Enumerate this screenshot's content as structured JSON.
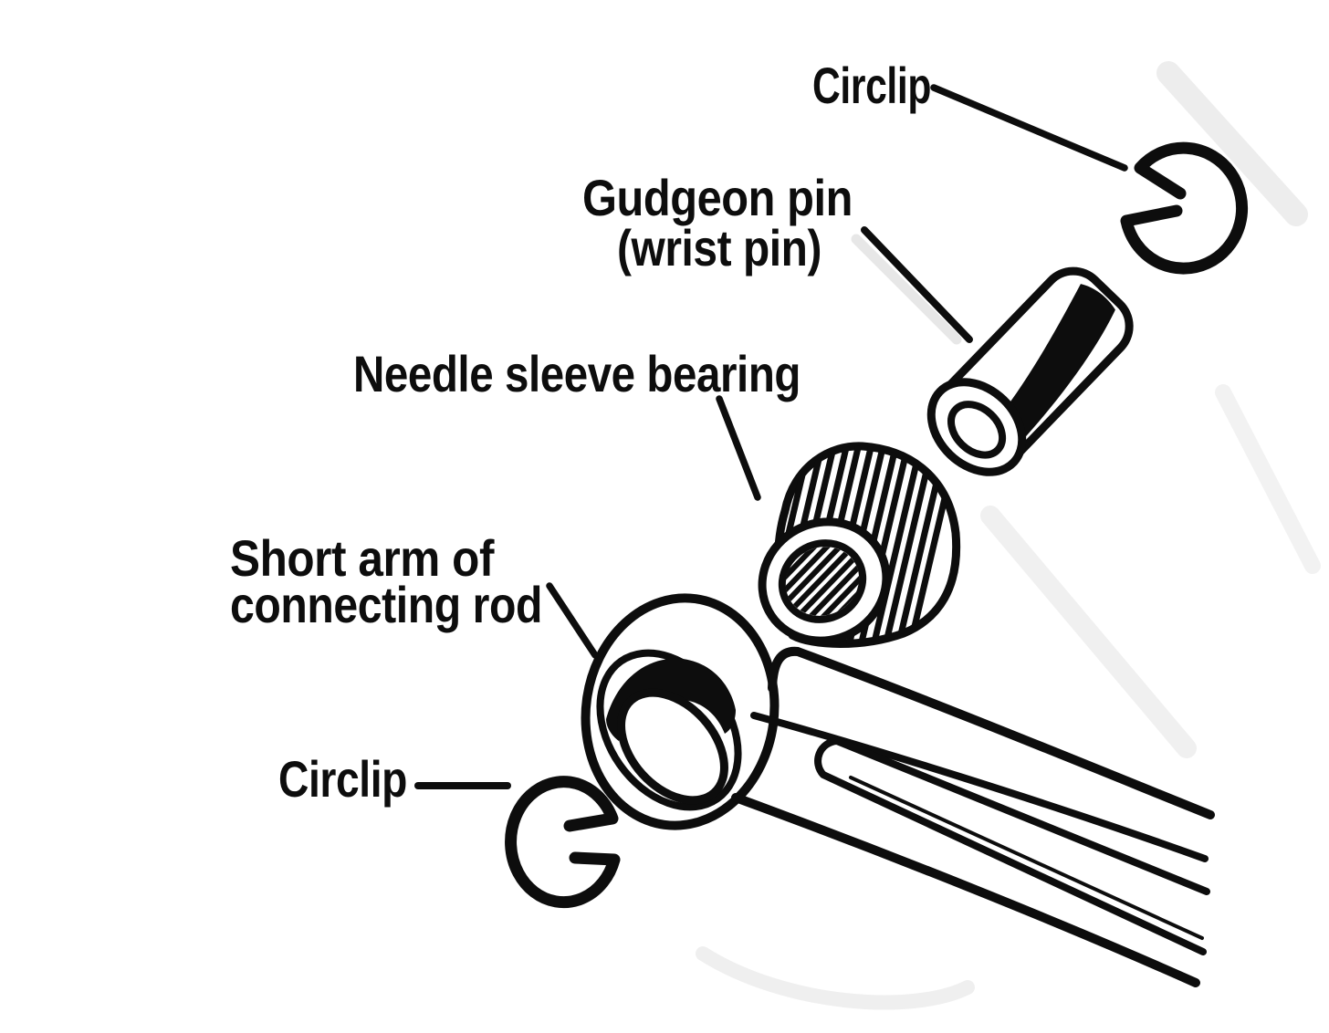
{
  "diagram": {
    "kind": "exploded-parts-diagram",
    "colors": {
      "ink": "#0d0d0d",
      "background": "#ffffff",
      "scan_artifact": "#ebebeb"
    },
    "labels": {
      "circlip_top": "Circlip",
      "gudgeon_pin_line1": "Gudgeon pin",
      "gudgeon_pin_line2": "(wrist pin)",
      "needle_bearing": "Needle sleeve bearing",
      "short_arm_line1": "Short arm of",
      "short_arm_line2": "connecting rod",
      "circlip_bottom": "Circlip"
    },
    "parts": [
      "circlip (top right)",
      "gudgeon pin / wrist pin (hollow cylinder)",
      "needle sleeve bearing (striped barrel)",
      "short arm (small end eye) of connecting rod",
      "connecting rod shaft with lightening slot",
      "circlip (bottom left)"
    ]
  }
}
